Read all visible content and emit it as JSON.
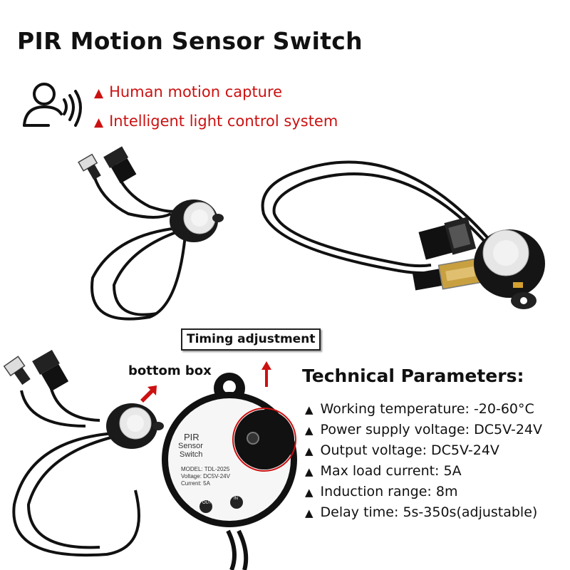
{
  "title": "PIR Motion Sensor Switch",
  "features": [
    "Human motion capture",
    "Intelligent light control system"
  ],
  "triangle": "▲",
  "label_box": {
    "label": "PIR",
    "sub1": "Sensor",
    "sub2": "Switch",
    "model": "MODEL: TDL-2025",
    "voltage": "Voltage: DC5V-24V",
    "current": "Current: 5A",
    "out": "OUT",
    "in": "IN"
  },
  "timing_label": "Timing adjustment",
  "bottom_box_label": "bottom box",
  "tech_title": "Technical Parameters:",
  "params": [
    "Working temperature: -20-60°C",
    "Power supply voltage: DC5V-24V",
    "Output voltage: DC5V-24V",
    "Max load current: 5A",
    "Induction range: 8m",
    "Delay time: 5s-350s(adjustable)"
  ],
  "colors": {
    "accent_red": "#cc1111",
    "cable": "#111111",
    "text": "#111111"
  }
}
